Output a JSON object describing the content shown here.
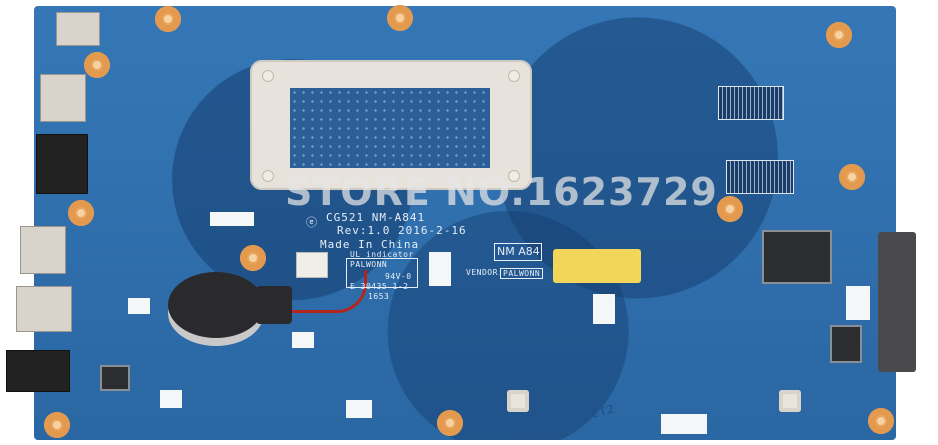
{
  "photo": {
    "subject": "Laptop motherboard (PCB), top view",
    "background_color": "#ffffff",
    "pcb_color": "#2f6fae",
    "watermark": "STORE NO.1623729",
    "silkscreen": {
      "model_line": "CG521   NM-A841",
      "revision_line": "Rev:1.0    2016-2-16",
      "origin_line": "Made In China",
      "ul_indicator_line": "UL indicator",
      "manufacturer_line": "PALWONN",
      "rating_line": "94V-0",
      "code_line": "E 30435   1-2",
      "sub_code": "1653",
      "board_id_box": "NM A84",
      "vendor_label": "VENDOR:",
      "vendor_value": "PALWONN",
      "corner_mark": "ET2"
    },
    "components": {
      "cpu_bracket": "metal heatsink retention bracket (white/silver)",
      "cmos_battery": "coin cell with red/black twisted wire",
      "left_ports": [
        "DC jack",
        "HDMI",
        "RJ45 ethernet",
        "USB",
        "USB",
        "audio jack"
      ],
      "right_connector": "SATA connector",
      "ic_chip": "QFP controller chip",
      "ram_pads": 2,
      "yellow_label": "blank yellow sticker"
    }
  }
}
